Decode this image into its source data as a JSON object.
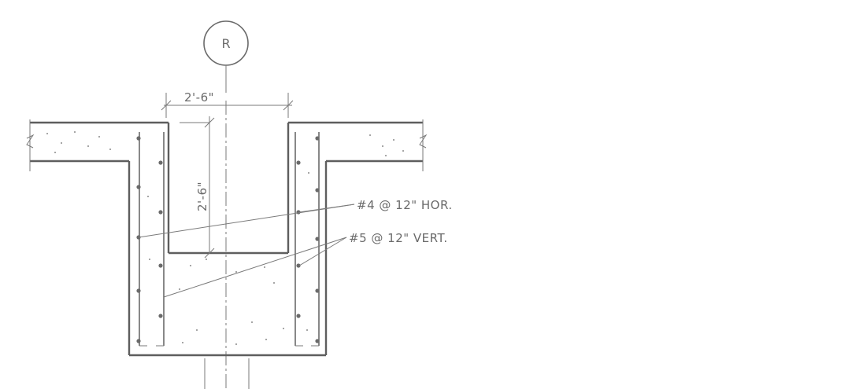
{
  "drawing": {
    "grid_bubble": "R",
    "width_dimension": "2'-6\"",
    "depth_dimension": "2'-6\"",
    "notes": [
      "#4 @ 12\" HOR.",
      "#5 @ 12\" VERT."
    ]
  }
}
